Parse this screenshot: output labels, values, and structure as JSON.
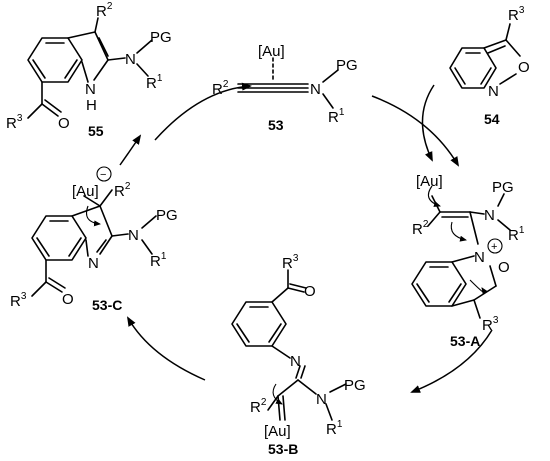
{
  "compounds": {
    "c53": "53",
    "c54": "54",
    "c55": "55",
    "c53A": "53-A",
    "c53B": "53-B",
    "c53C": "53-C"
  },
  "labels": {
    "au": "[Au]",
    "pg": "PG",
    "n": "N",
    "o": "O",
    "nh": "N",
    "h": "H",
    "r": "R",
    "s1": "1",
    "s2": "2",
    "s3": "3",
    "minus": "−",
    "plus": "+"
  }
}
